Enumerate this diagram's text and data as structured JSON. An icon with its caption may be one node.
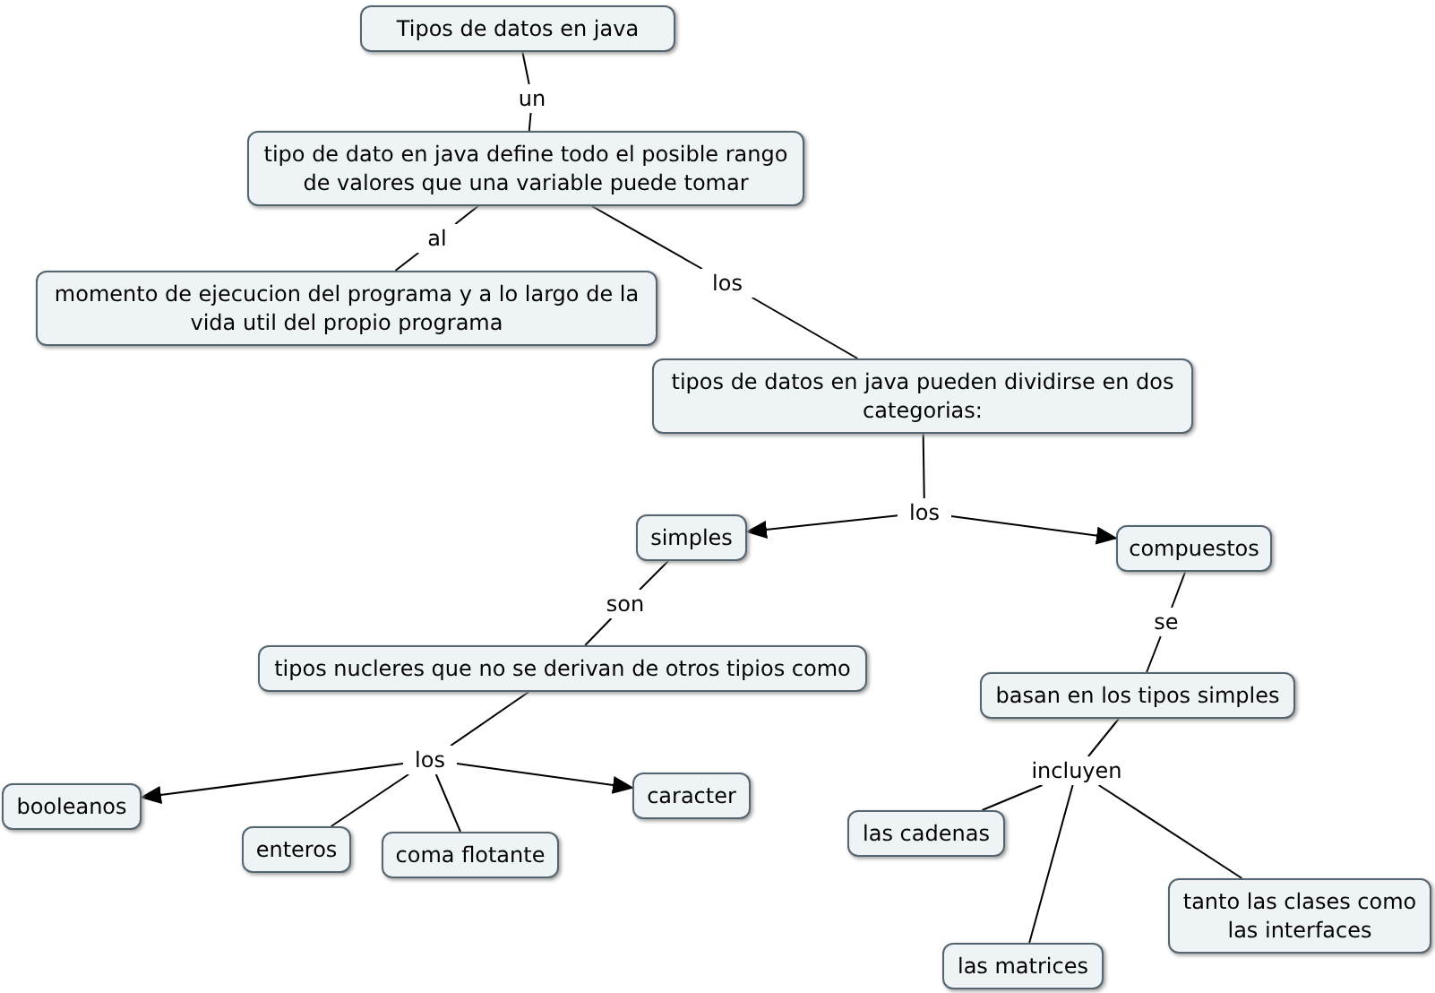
{
  "diagram": {
    "nodes": [
      {
        "text": [
          "Tipos de datos en java"
        ]
      },
      {
        "text": [
          "un"
        ]
      },
      {
        "text": [
          "tipo de dato en java define todo el posible rango de valores que una variable puede tomar"
        ]
      },
      {
        "text": [
          "al"
        ]
      },
      {
        "text": [
          "momento de ejecucion del programa y a lo largo de la vida util del propio programa"
        ]
      },
      {
        "text": [
          "los"
        ]
      },
      {
        "text": [
          "tipos de datos en java pueden dividirse en dos categorias:"
        ]
      },
      {
        "text": [
          "los"
        ]
      },
      {
        "text": [
          "simples"
        ]
      },
      {
        "text": [
          "compuestos"
        ]
      },
      {
        "text": [
          "son"
        ]
      },
      {
        "text": [
          "se"
        ]
      },
      {
        "text": [
          "tipos nucleres que no se derivan de otros tipios como"
        ]
      },
      {
        "text": [
          "basan en los tipos simples"
        ]
      },
      {
        "text": [
          "los"
        ]
      },
      {
        "text": [
          "incluyen"
        ]
      },
      {
        "text": [
          "booleanos"
        ]
      },
      {
        "text": [
          "caracter"
        ]
      },
      {
        "text": [
          "enteros"
        ]
      },
      {
        "text": [
          "coma flotante"
        ]
      },
      {
        "text": [
          "las cadenas"
        ]
      },
      {
        "text": [
          "tanto las clases como las interfaces"
        ]
      },
      {
        "text": [
          "las matrices"
        ]
      }
    ],
    "edges": [
      {
        "from": 0,
        "to": 1,
        "arrow": "none"
      },
      {
        "from": 1,
        "to": 2,
        "arrow": "none"
      },
      {
        "from": 2,
        "to": 3,
        "arrow": "none"
      },
      {
        "from": 3,
        "to": 4,
        "arrow": "none"
      },
      {
        "from": 2,
        "to": 5,
        "arrow": "none"
      },
      {
        "from": 5,
        "to": 6,
        "arrow": "none"
      },
      {
        "from": 6,
        "to": 7,
        "arrow": "none"
      },
      {
        "from": 7,
        "to": 8,
        "arrow": "to"
      },
      {
        "from": 7,
        "to": 9,
        "arrow": "to"
      },
      {
        "from": 8,
        "to": 10,
        "arrow": "none"
      },
      {
        "from": 10,
        "to": 12,
        "arrow": "none"
      },
      {
        "from": 9,
        "to": 11,
        "arrow": "none"
      },
      {
        "from": 11,
        "to": 13,
        "arrow": "none"
      },
      {
        "from": 12,
        "to": 14,
        "arrow": "none"
      },
      {
        "from": 14,
        "to": 16,
        "arrow": "to"
      },
      {
        "from": 14,
        "to": 18,
        "arrow": "none"
      },
      {
        "from": 14,
        "to": 19,
        "arrow": "none"
      },
      {
        "from": 14,
        "to": 17,
        "arrow": "to"
      },
      {
        "from": 13,
        "to": 15,
        "arrow": "none"
      },
      {
        "from": 15,
        "to": 20,
        "arrow": "none"
      },
      {
        "from": 15,
        "to": 22,
        "arrow": "none"
      },
      {
        "from": 15,
        "to": 21,
        "arrow": "none"
      }
    ]
  }
}
